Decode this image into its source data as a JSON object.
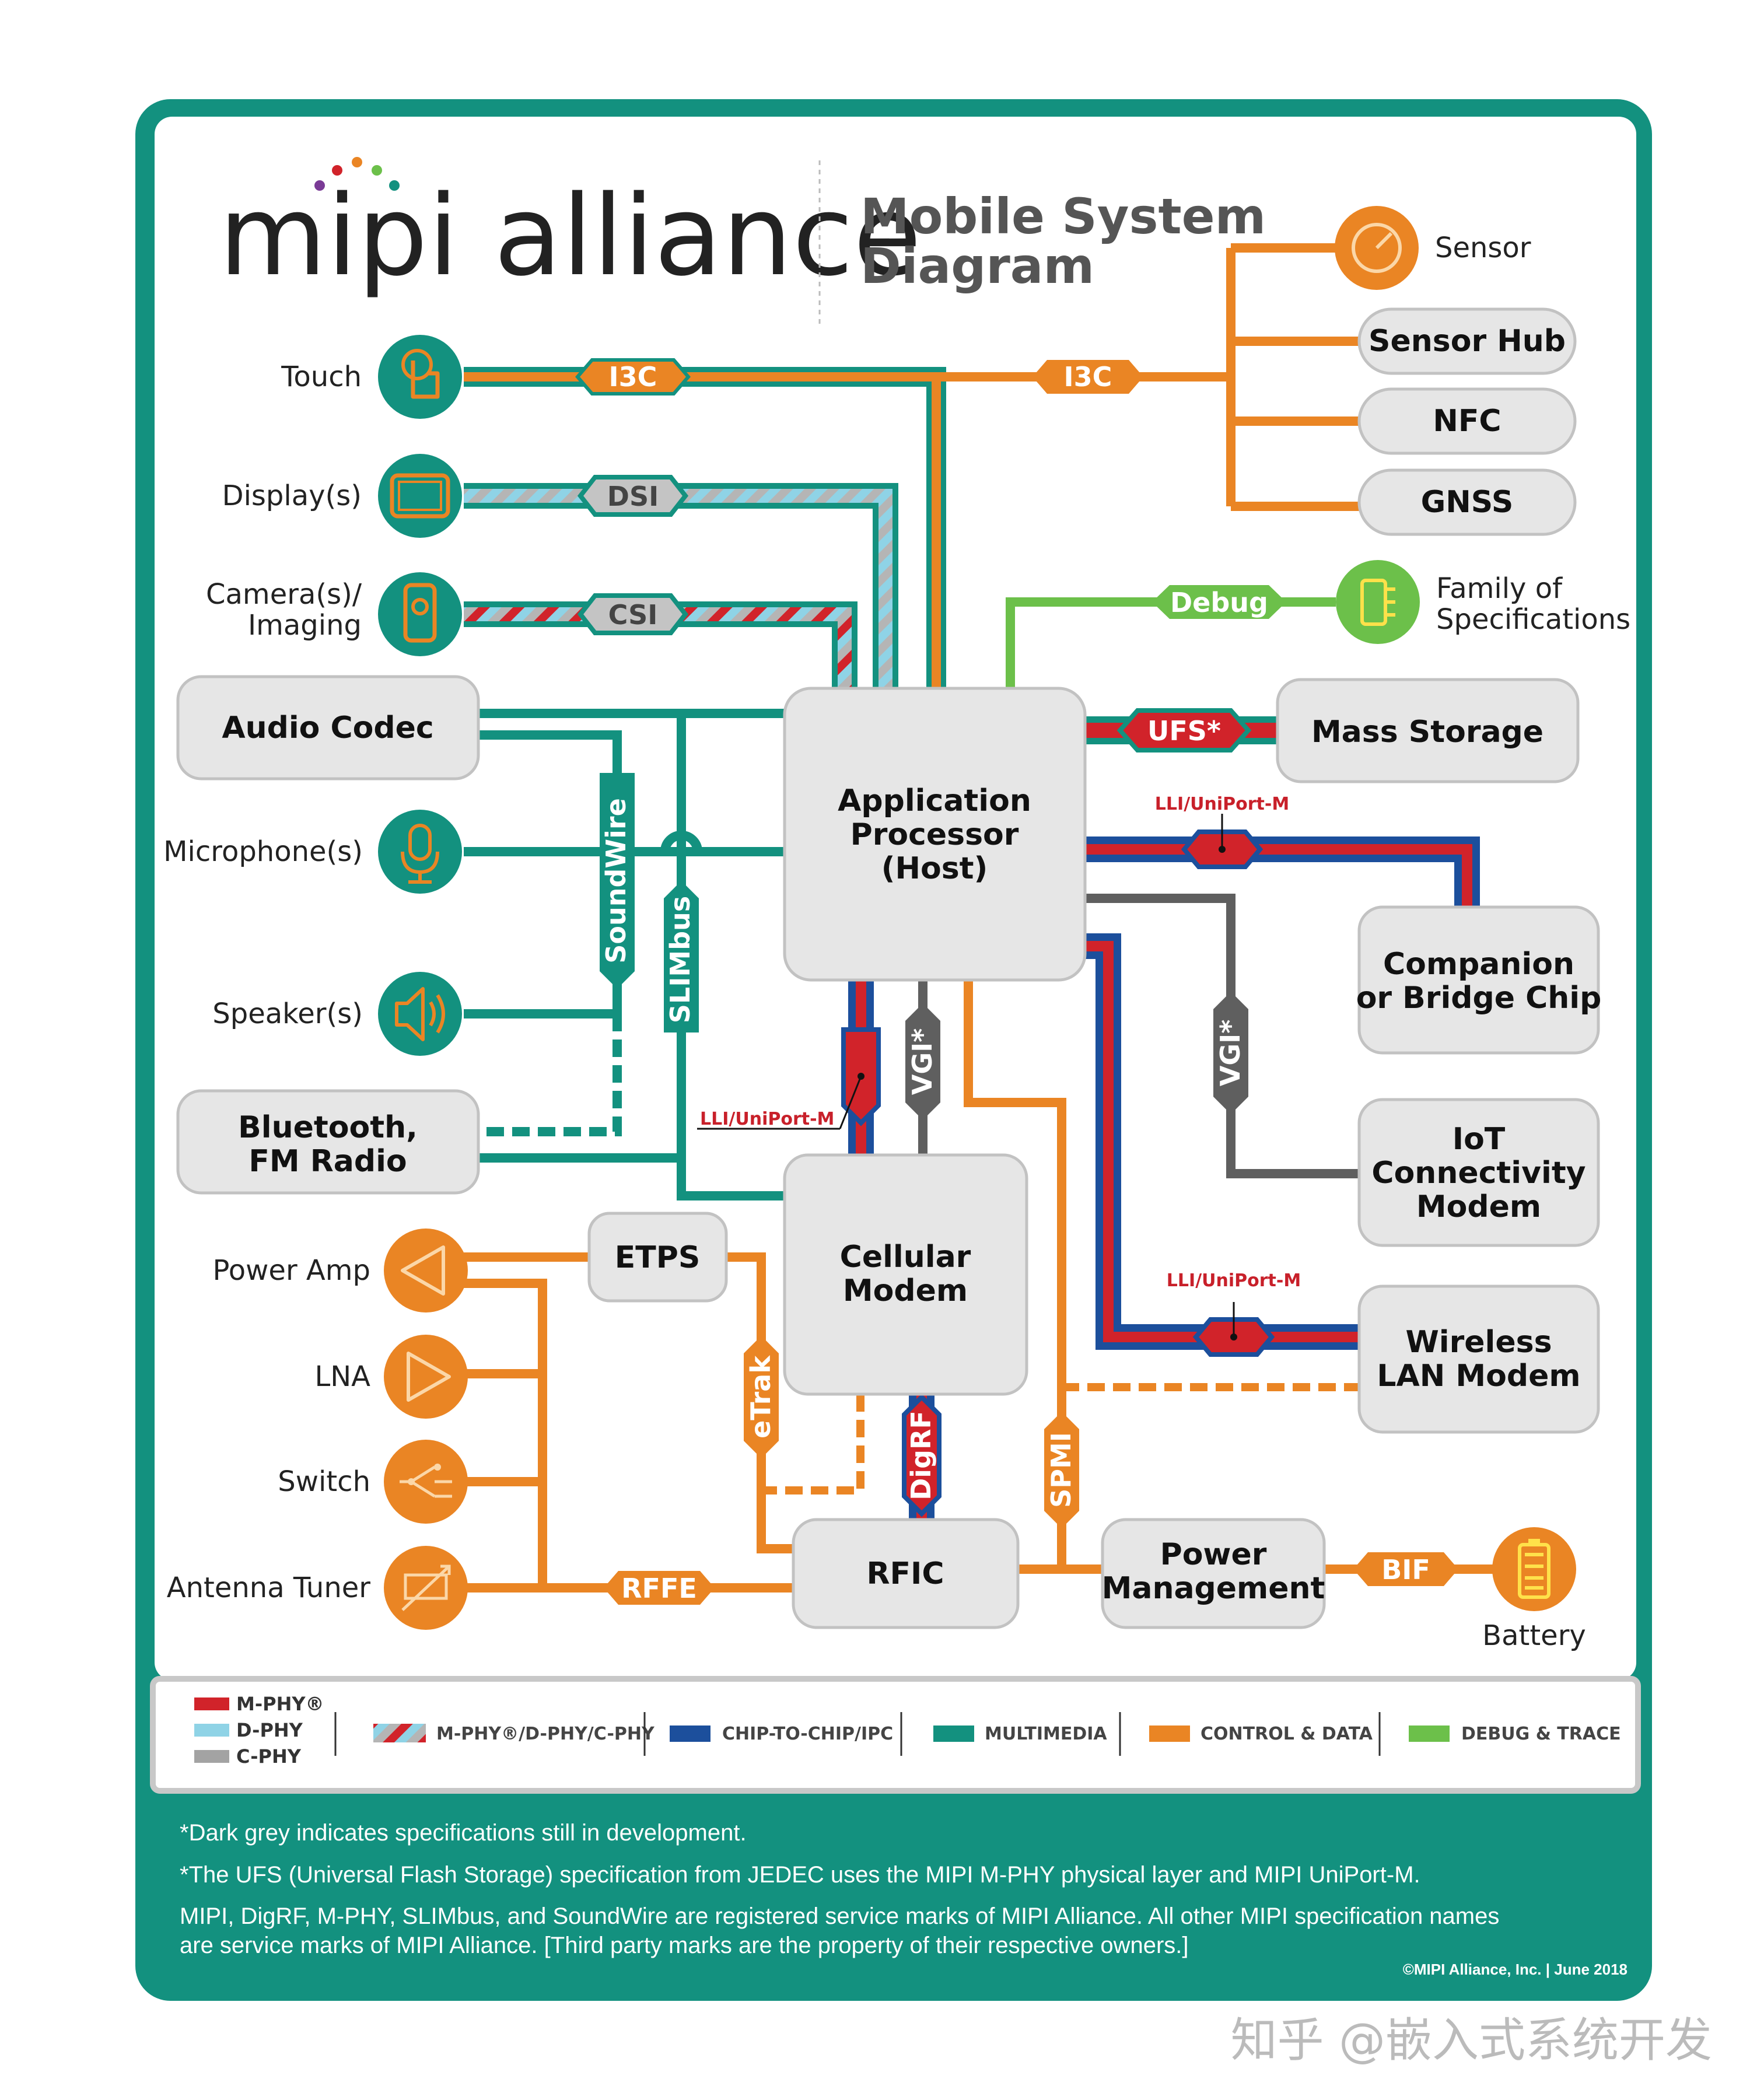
{
  "logo": {
    "text": "mipi alliance"
  },
  "title": {
    "line1": "Mobile System",
    "line2": "Diagram"
  },
  "peripherals_left": {
    "touch": "Touch",
    "display": "Display(s)",
    "camera_line1": "Camera(s)/",
    "camera_line2": "Imaging",
    "microphone": "Microphone(s)",
    "speaker": "Speaker(s)",
    "power_amp": "Power Amp",
    "lna": "LNA",
    "switch": "Switch",
    "antenna_tuner": "Antenna Tuner"
  },
  "peripherals_right": {
    "sensor": "Sensor",
    "family_line1": "Family of",
    "family_line2": "Specifications",
    "battery": "Battery"
  },
  "boxes": {
    "sensor_hub": "Sensor Hub",
    "nfc": "NFC",
    "gnss": "GNSS",
    "audio_codec": "Audio Codec",
    "bluetooth_line1": "Bluetooth,",
    "bluetooth_line2": "FM Radio",
    "app_proc_line1": "Application",
    "app_proc_line2": "Processor",
    "app_proc_line3": "(Host)",
    "mass_storage": "Mass Storage",
    "companion_line1": "Companion",
    "companion_line2": "or Bridge Chip",
    "iot_line1": "IoT",
    "iot_line2": "Connectivity",
    "iot_line3": "Modem",
    "cellular_line1": "Cellular",
    "cellular_line2": "Modem",
    "etps": "ETPS",
    "wlan_line1": "Wireless",
    "wlan_line2": "LAN Modem",
    "rfic": "RFIC",
    "pm_line1": "Power",
    "pm_line2": "Management"
  },
  "interfaces": {
    "i3c_left": "I3C",
    "i3c_right": "I3C",
    "dsi": "DSI",
    "csi": "CSI",
    "debug": "Debug",
    "ufs": "UFS*",
    "soundwire": "SoundWire",
    "slimbus": "SLIMbus",
    "lli_1": "LLI/UniPort-M",
    "lli_2": "LLI/UniPort-M",
    "lli_3": "LLI/UniPort-M",
    "vgi_1": "VGI*",
    "vgi_2": "VGI*",
    "etrak": "eTrak",
    "digrf": "DigRF",
    "spmi": "SPMI",
    "rffe": "RFFE",
    "bif": "BIF"
  },
  "legend": {
    "mphy": "M-PHY®",
    "dphy": "D-PHY",
    "cphy": "C-PHY",
    "mixed": "M-PHY®/D-PHY/C-PHY",
    "chip": "CHIP-TO-CHIP/IPC",
    "multimedia": "MULTIMEDIA",
    "control": "CONTROL & DATA",
    "debug": "DEBUG & TRACE"
  },
  "footer": {
    "note1": "*Dark grey indicates specifications still in development.",
    "note2": "*The UFS (Universal Flash Storage) specification from JEDEC uses the MIPI M-PHY physical layer and MIPI UniPort-M.",
    "note3a": "MIPI, DigRF, M-PHY, SLIMbus, and SoundWire are registered service marks of MIPI Alliance. All other MIPI specification names",
    "note3b": "are service marks of MIPI Alliance. [Third party marks are the property of their respective owners.]",
    "copyright": "©MIPI Alliance, Inc. | June 2018"
  },
  "watermark": "知乎 @嵌入式系统开发",
  "colors": {
    "teal": "#13917f",
    "orange": "#ea8524",
    "green": "#6cc04a",
    "red": "#d1232a",
    "blue": "#1c4f9c",
    "light_blue": "#8fd3e6",
    "grey": "#5f5f5f",
    "box_fill": "#e6e6e6"
  }
}
